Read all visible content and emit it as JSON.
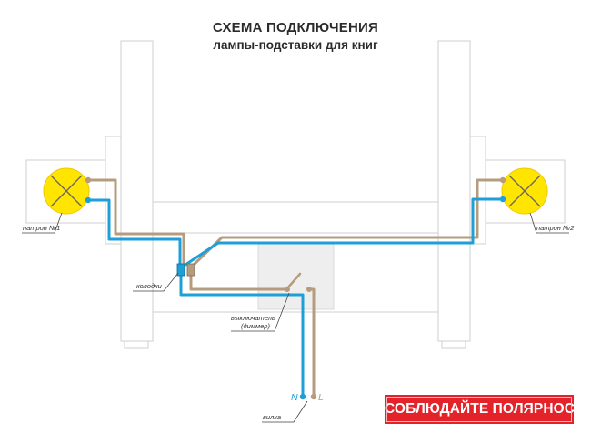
{
  "title": {
    "line1": "СХЕМА ПОДКЛЮЧЕНИЯ",
    "line2": "лампы-подставки для книг"
  },
  "labels": {
    "socket1": "патрон №1",
    "socket2": "патрон №2",
    "terminals": "колодки",
    "switch_line1": "выключатель",
    "switch_line2": "(диммер)",
    "plug": "вилка",
    "neutral": "N",
    "live": "L"
  },
  "warning": "СОБЛЮДАЙТЕ ПОЛЯРНОСТЬ!",
  "colors": {
    "wire_blue": "#1e9fd7",
    "wire_brown": "#b59c7e",
    "lamp": "#ffe500",
    "warning_bg": "#e4222a"
  }
}
